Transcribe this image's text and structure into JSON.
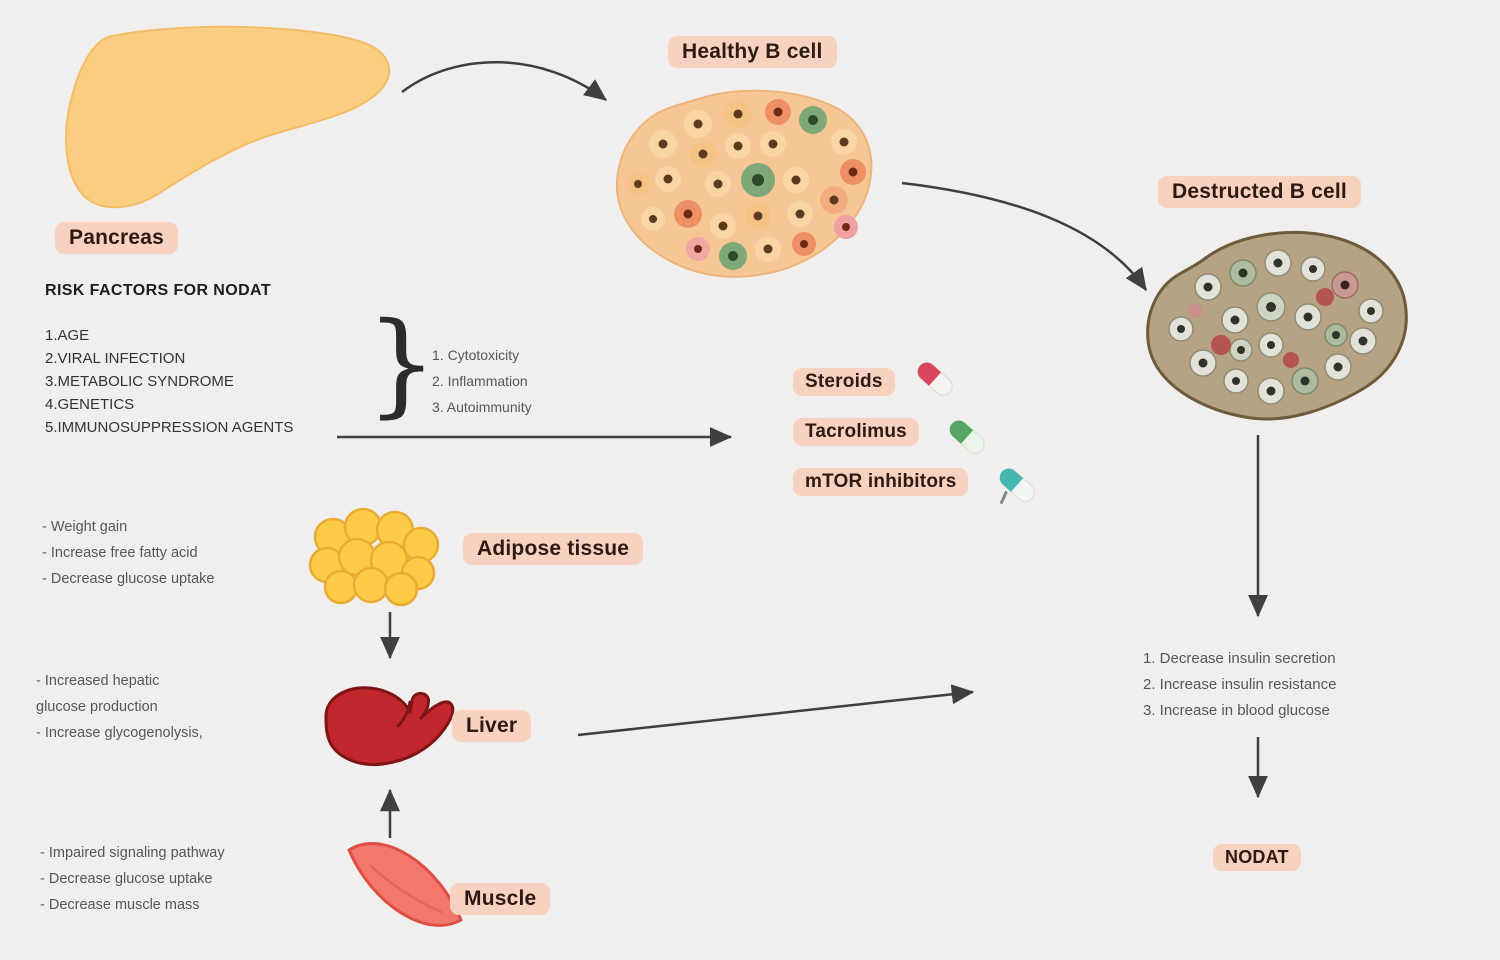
{
  "background": "#f0efee",
  "accent_pink": "#f8d2c0",
  "labels": {
    "pancreas": "Pancreas",
    "healthy_b_cell": "Healthy B cell",
    "destructed_b_cell": "Destructed B cell",
    "adipose_tissue": "Adipose tissue",
    "liver": "Liver",
    "muscle": "Muscle",
    "nodat": "NODAT"
  },
  "risk_factors": {
    "title": "RISK FACTORS FOR NODAT",
    "items": [
      "1.AGE",
      "2.VIRAL INFECTION",
      "3.METABOLIC SYNDROME",
      "4.GENETICS",
      "5.IMMUNOSUPPRESSION AGENTS"
    ]
  },
  "brace_glyph": "}",
  "mechanisms": [
    "1. Cytotoxicity",
    "2. Inflammation",
    "3. Autoimmunity"
  ],
  "drugs": [
    "Steroids",
    "Tacrolimus",
    "mTOR inhibitors"
  ],
  "drug_icon_colors": {
    "steroids_capsule": "#d8455b",
    "tacrolimus_capsule": "#57a564",
    "mtor_capsule": "#44b7ae"
  },
  "adipose_effects": [
    "- Weight gain",
    "- Increase free fatty acid",
    "- Decrease glucose uptake"
  ],
  "liver_effects": [
    "- Increased hepatic",
    "glucose production",
    "- Increase glycogenolysis,"
  ],
  "muscle_effects": [
    "- Impaired signaling pathway",
    "- Decrease glucose uptake",
    "- Decrease muscle mass"
  ],
  "outcomes": [
    "1. Decrease insulin secretion",
    "2. Increase insulin resistance",
    "3. Increase in blood glucose"
  ]
}
